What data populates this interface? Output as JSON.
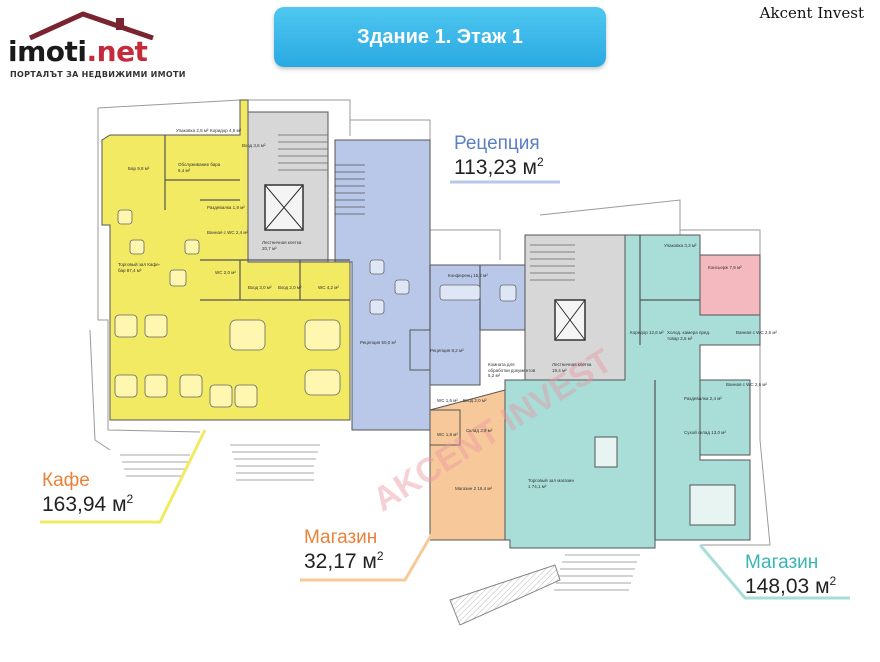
{
  "brand": {
    "logo_text": "imoti",
    "logo_tld": ".net",
    "tagline": "ПОРТАЛЪТ ЗА НЕДВИЖИМИ ИМОТИ",
    "agency": "Akcent Invest"
  },
  "title": "Здание 1. Этаж 1",
  "watermark": "AKCENT INVEST",
  "zones": {
    "cafe": {
      "name": "Кафе",
      "area": "163,94 м",
      "sup": "2",
      "color": "#f2ea63",
      "label_color": "#e8823a"
    },
    "reception": {
      "name": "Рецепция",
      "area": "113,23 м",
      "sup": "2",
      "color": "#b9c8e8",
      "label_color": "#5a7fc2"
    },
    "shop_small": {
      "name": "Магазин",
      "area": "32,17 м",
      "sup": "2",
      "color": "#f7c99a",
      "label_color": "#e8823a"
    },
    "shop_large": {
      "name": "Магазин",
      "area": "148,03 м",
      "sup": "2",
      "color": "#a8ddd8",
      "label_color": "#3cb3b3"
    },
    "concierge_color": "#f4b8bf"
  },
  "rooms": [
    {
      "t": "Упаковка 2,8 м²"
    },
    {
      "t": "Коридор 4,5 м²"
    },
    {
      "t": "Вход 3,6 м²"
    },
    {
      "t": "Бар 9,8 м²"
    },
    {
      "t": "Обслуживание бара 6,4 м²"
    },
    {
      "t": "Раздевалка 1,9 м²"
    },
    {
      "t": "Ванная с WC 2,4 м²"
    },
    {
      "t": "Лестничная клетка 20,7 м²"
    },
    {
      "t": "Торговый зал Кафе-бар 87,4 м²"
    },
    {
      "t": "WC 2,0 м²"
    },
    {
      "t": "Вход 3,0 м²"
    },
    {
      "t": "Вход 2,0 м²"
    },
    {
      "t": "WC 4,2 м²"
    },
    {
      "t": "Рецепция 50,0 м²"
    },
    {
      "t": "Конференц 15,2 м²"
    },
    {
      "t": "Рецепция 8,2 м²"
    },
    {
      "t": "Комната для обработки документов 5,2 м²"
    },
    {
      "t": "WC 1,6 м²"
    },
    {
      "t": "Вход 2,0 м²"
    },
    {
      "t": "WC 1,8 м²"
    },
    {
      "t": "Склад 3,9 м²"
    },
    {
      "t": "Магазин 2 16,4 м²"
    },
    {
      "t": "Лестничная клетка 19,4 м²"
    },
    {
      "t": "Торговый зал магазин 1 74,1 м²"
    },
    {
      "t": "Упаковка 3,3 м²"
    },
    {
      "t": "Консьерж 7,9 м²"
    },
    {
      "t": "Коридор 12,6 м²"
    },
    {
      "t": "Холод. камера пред. товар 3,6 м²"
    },
    {
      "t": "Ванная с WC 2,6 м²"
    },
    {
      "t": "Раздевалка 2,4 м²"
    },
    {
      "t": "Ванная с WC 2,6 м²"
    },
    {
      "t": "Сухой склад 13,0 м²"
    }
  ]
}
